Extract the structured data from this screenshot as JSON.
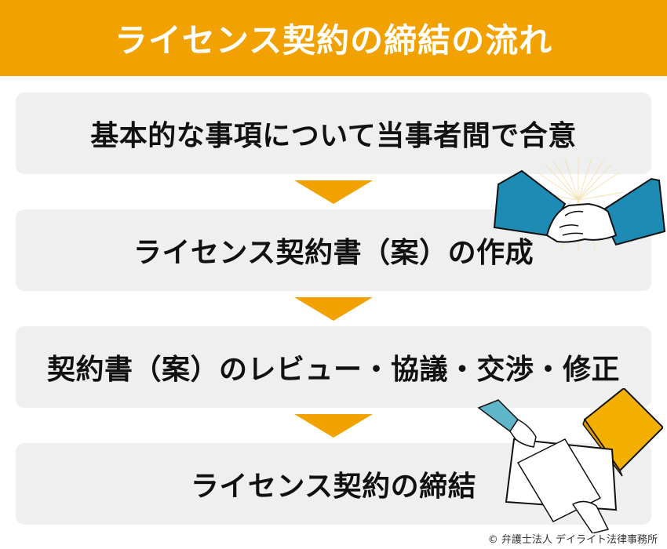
{
  "header": {
    "title": "ライセンス契約の締結の流れ",
    "background_color": "#f2a200",
    "text_color": "#ffffff"
  },
  "steps": [
    {
      "label": "基本的な事項について当事者間で合意"
    },
    {
      "label": "ライセンス契約書（案）の作成"
    },
    {
      "label": "契約書（案）のレビュー・協議・交渉・修正"
    },
    {
      "label": "ライセンス契約の締結"
    }
  ],
  "arrow": {
    "color": "#f2a200",
    "direction": "down"
  },
  "box": {
    "background_color": "#efefef"
  },
  "illustrations": [
    {
      "name": "handshake-icon",
      "near_step": 2
    },
    {
      "name": "document-exchange-icon",
      "near_step": 4
    }
  ],
  "footer": {
    "copyright": "© 弁護士法人 デイライト法律事務所"
  }
}
